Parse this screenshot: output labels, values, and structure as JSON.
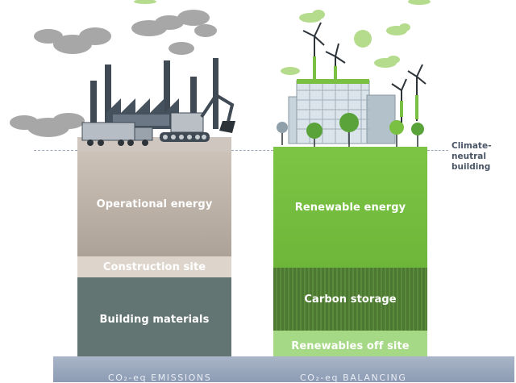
{
  "left_column": {
    "blocks": [
      {
        "label": "Operational energy"
      },
      {
        "label": "Construction site"
      },
      {
        "label": "Building materials"
      }
    ],
    "footer": "CO₂-eq EMISSIONS"
  },
  "right_column": {
    "blocks": [
      {
        "label": "Renewable energy"
      },
      {
        "label": "Carbon storage"
      },
      {
        "label": "Renewables off site"
      }
    ],
    "footer": "CO₂-eq BALANCING"
  },
  "threshold_label": "Climate-neutral building",
  "colors": {
    "operational": "#b4a99e",
    "construction": "#ddd5cc",
    "materials": "#627370",
    "renewable": "#7ac143",
    "storage": "#4f7a33",
    "offsite": "#a6d985",
    "ground": "#9aa8bf"
  },
  "icons": [
    "factory-icon",
    "smoke-icon",
    "truck-icon",
    "excavator-icon",
    "building-icon",
    "tree-icon",
    "wind-turbine-icon",
    "sun-icon",
    "cloud-icon",
    "fulcrum-icon"
  ]
}
